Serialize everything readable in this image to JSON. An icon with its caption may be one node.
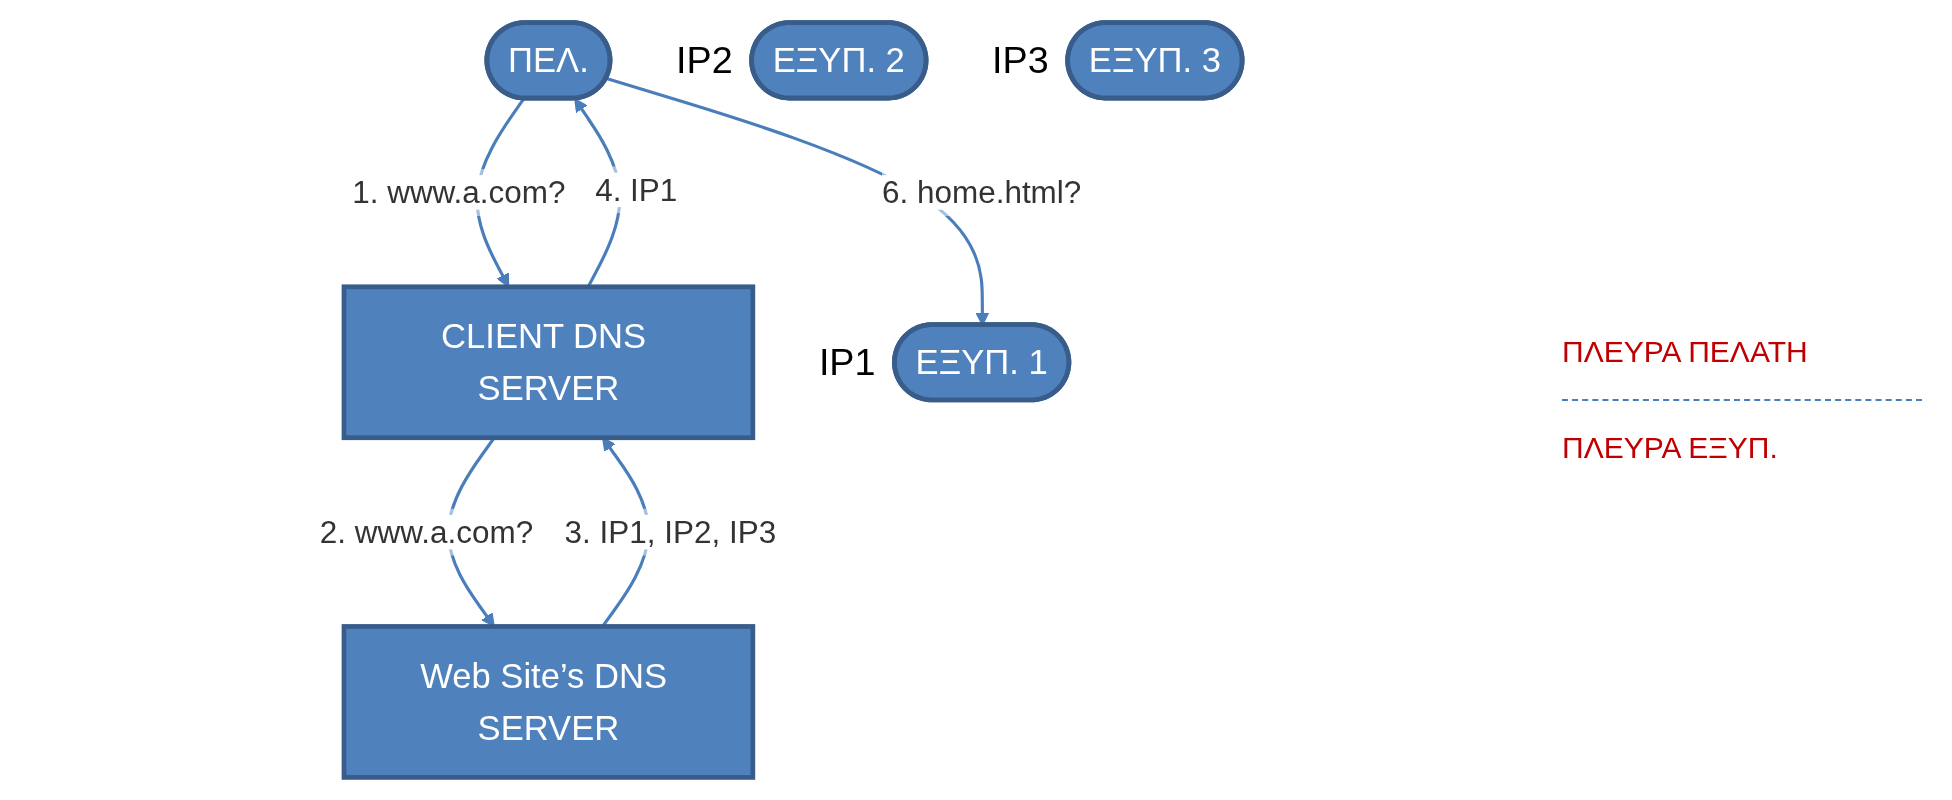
{
  "diagram": {
    "nodes": [
      {
        "text": [
          "ΠΕΛ."
        ]
      },
      {
        "text": [
          "CLIENT DNS SERVER"
        ]
      },
      {
        "text": [
          "Web Site’s DNS SERVER"
        ]
      },
      {
        "text": [
          "ΕΞΥΠ. 1"
        ],
        "beside": [
          "IP1"
        ]
      },
      {
        "text": [
          "ΕΞΥΠ. 2"
        ],
        "beside": [
          "IP2"
        ]
      },
      {
        "text": [
          "ΕΞΥΠ. 3"
        ],
        "beside": [
          "IP3"
        ]
      }
    ],
    "edges": [
      {
        "from": 0,
        "to": 1,
        "arrow": "to",
        "label": "1. www.a.com?"
      },
      {
        "from": 1,
        "to": 0,
        "arrow": "to",
        "label": "4. IP1"
      },
      {
        "from": 1,
        "to": 2,
        "arrow": "to",
        "label": "2. www.a.com?"
      },
      {
        "from": 2,
        "to": 1,
        "arrow": "to",
        "label": "3. IP1, IP2, IP3"
      },
      {
        "from": 0,
        "to": 3,
        "arrow": "to",
        "label": "6. home.html?"
      }
    ],
    "labels": [
      "ΠΛΕΥΡΑ ΠΕΛΑΤΗ",
      "ΠΛΕΥΡΑ ΕΞΥΠ."
    ]
  }
}
